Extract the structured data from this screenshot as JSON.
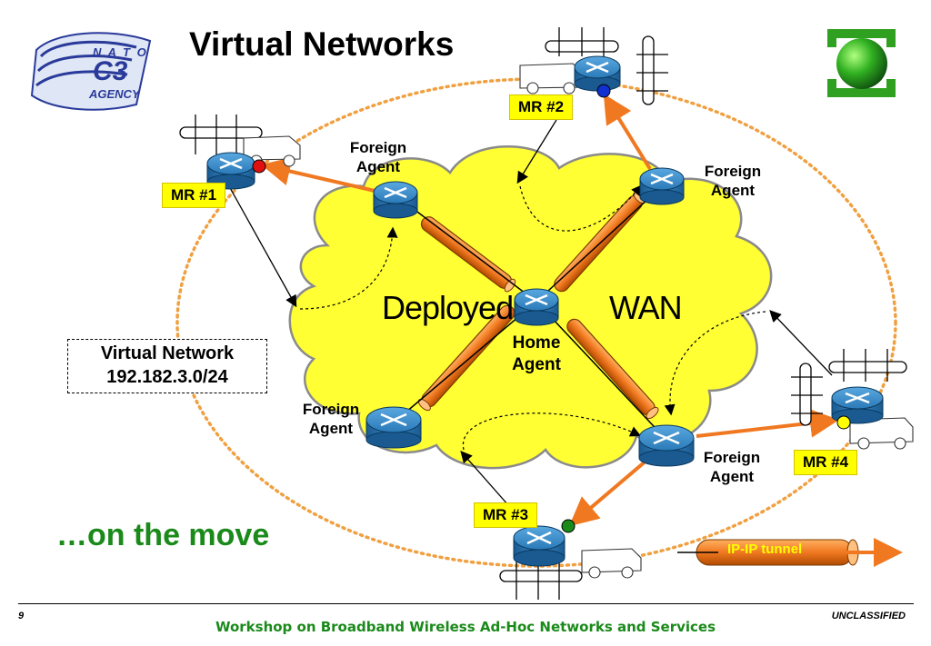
{
  "slide": {
    "title": "Virtual Networks",
    "subtitle": "…on the move",
    "page_number": "9",
    "classification": "UNCLASSIFIED",
    "footer": "Workshop on Broadband Wireless Ad-Hoc Networks and Services"
  },
  "logo": {
    "line1": "N A T O",
    "line2": "C3",
    "line3": "AGENCY"
  },
  "cloud": {
    "left_text": "Deployed",
    "right_text": "WAN"
  },
  "agents": {
    "home": "Home\nAgent",
    "foreign_top_left": "Foreign\nAgent",
    "foreign_top_right": "Foreign\nAgent",
    "foreign_bottom_left": "Foreign\nAgent",
    "foreign_bottom_right": "Foreign\nAgent"
  },
  "mobile_routers": {
    "mr1": "MR #1",
    "mr2": "MR #2",
    "mr3": "MR #3",
    "mr4": "MR #4"
  },
  "virtual_network": {
    "name": "Virtual Network",
    "subnet": "192.182.3.0/24"
  },
  "legend": {
    "tunnel": "IP-IP tunnel"
  },
  "colors": {
    "cloud_fill": "#ffff33",
    "tunnel_orange": "#f07820",
    "router_blue": "#2a7ab8",
    "mr_box": "#ffff00",
    "title_green": "#1a8a1a",
    "dot_mr1": "#e01010",
    "dot_mr2": "#1030d0",
    "dot_mr3": "#1a8a1a",
    "dot_mr4": "#ffff00"
  }
}
